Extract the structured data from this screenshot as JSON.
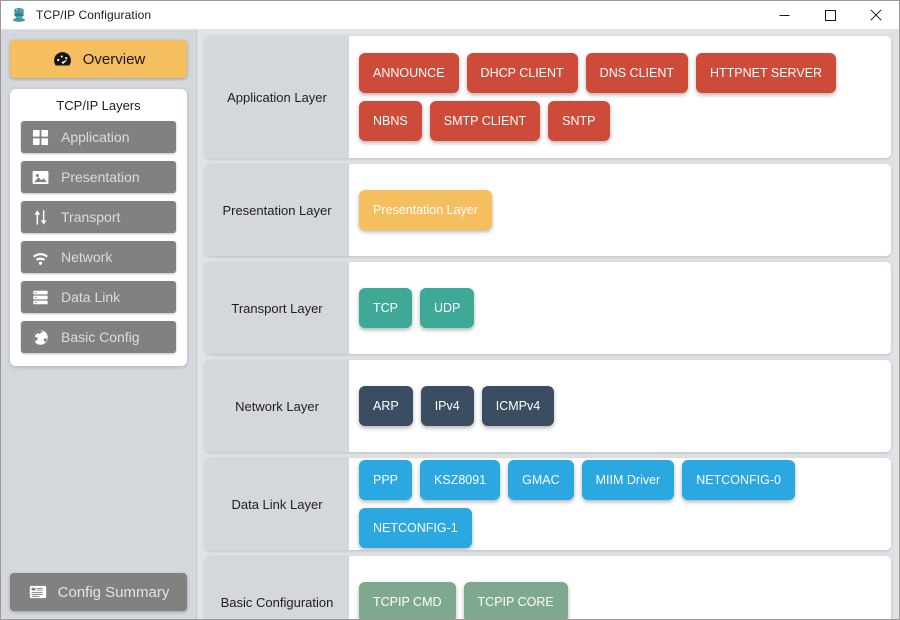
{
  "window": {
    "title": "TCP/IP Configuration",
    "app_icon": "network-stack-icon",
    "controls": {
      "minimize_label": "Minimize",
      "maximize_label": "Maximize",
      "close_label": "Close"
    }
  },
  "sidebar": {
    "overview": {
      "label": "Overview",
      "icon": "dashboard-gauge-icon"
    },
    "panel_title": "TCP/IP Layers",
    "items": [
      {
        "label": "Application",
        "icon": "grid-icon"
      },
      {
        "label": "Presentation",
        "icon": "image-icon"
      },
      {
        "label": "Transport",
        "icon": "arrows-up-down-icon"
      },
      {
        "label": "Network",
        "icon": "wifi-icon"
      },
      {
        "label": "Data Link",
        "icon": "server-icon"
      },
      {
        "label": "Basic Config",
        "icon": "globe-icon"
      }
    ],
    "config_summary": {
      "label": "Config Summary",
      "icon": "list-panel-icon"
    }
  },
  "colors": {
    "application": "#ce4b3a",
    "presentation": "#f5bf5f",
    "transport": "#3fa998",
    "network": "#3b4e61",
    "datalink": "#2ba8df",
    "basic": "#7fa891",
    "accent_orange": "#f5bf5f",
    "sidebar_bg": "#d4d8dc",
    "nav_item_bg": "#818181"
  },
  "layers": [
    {
      "id": "application",
      "label": "Application Layer",
      "color": "#ce4b3a",
      "chips": [
        "ANNOUNCE",
        "DHCP CLIENT",
        "DNS CLIENT",
        "HTTPNET SERVER",
        "NBNS",
        "SMTP CLIENT",
        "SNTP"
      ]
    },
    {
      "id": "presentation",
      "label": "Presentation Layer",
      "color": "#f5bf5f",
      "chips": [
        "Presentation Layer"
      ]
    },
    {
      "id": "transport",
      "label": "Transport Layer",
      "color": "#3fa998",
      "chips": [
        "TCP",
        "UDP"
      ]
    },
    {
      "id": "network",
      "label": "Network Layer",
      "color": "#3b4e61",
      "chips": [
        "ARP",
        "IPv4",
        "ICMPv4"
      ]
    },
    {
      "id": "datalink",
      "label": "Data Link Layer",
      "color": "#2ba8df",
      "chips": [
        "PPP",
        "KSZ8091",
        "GMAC",
        "MIIM Driver",
        "NETCONFIG-0",
        "NETCONFIG-1"
      ]
    },
    {
      "id": "basic",
      "label": "Basic Configuration",
      "color": "#7fa891",
      "chips": [
        "TCPIP CMD",
        "TCPIP CORE"
      ]
    }
  ]
}
